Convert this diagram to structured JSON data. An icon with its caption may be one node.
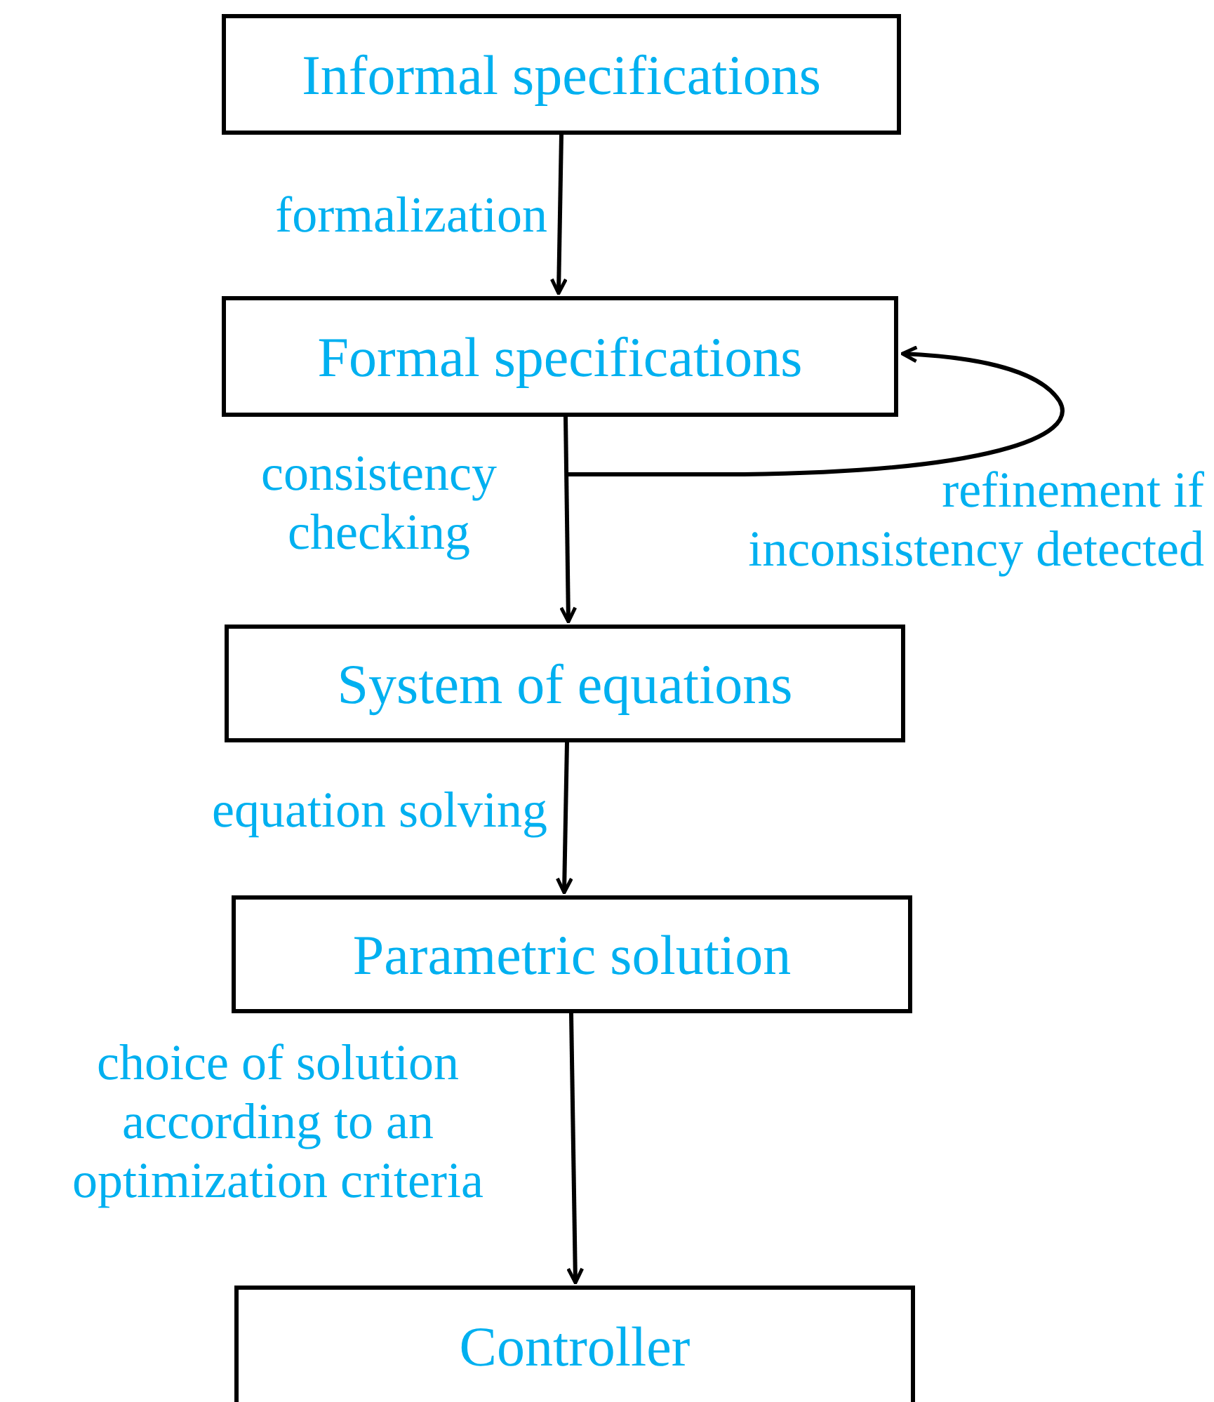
{
  "diagram": {
    "nodes": [
      {
        "text": [
          "Informal specifications"
        ]
      },
      {
        "text": [
          "Formal specifications"
        ]
      },
      {
        "text": [
          "System of equations"
        ]
      },
      {
        "text": [
          "Parametric solution"
        ]
      },
      {
        "text": [
          "Controller"
        ]
      }
    ],
    "edges": [
      {
        "from": 0,
        "to": 1,
        "arrow": "to",
        "label": "formalization"
      },
      {
        "from": 1,
        "to": 2,
        "arrow": "to",
        "label": "consistency checking"
      },
      {
        "from": null,
        "to": 1,
        "arrow": "to",
        "label": "refinement if inconsistency detected"
      },
      {
        "from": 2,
        "to": 3,
        "arrow": "to",
        "label": "equation solving"
      },
      {
        "from": 3,
        "to": 4,
        "arrow": "to",
        "label": "choice of solution according to an optimization criteria"
      }
    ]
  }
}
